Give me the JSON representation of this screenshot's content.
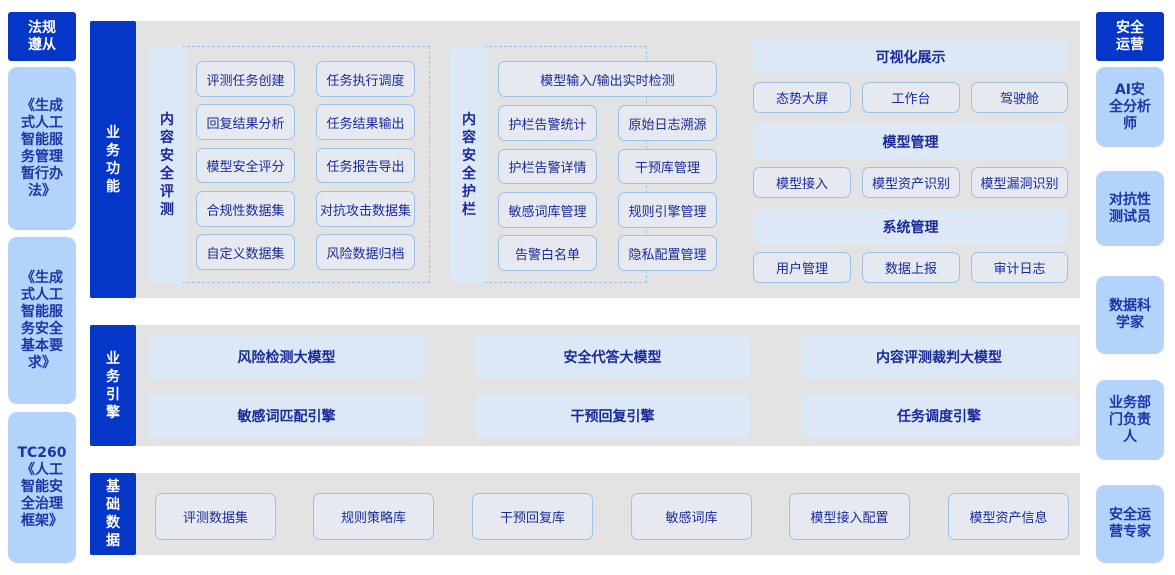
{
  "left": {
    "title": "法规遵从",
    "items": [
      "《生成式人工智能服务管理暂行办法》",
      "《生成式人工智能服务安全基本要求》",
      "TC260《人工智能安全治理框架》"
    ]
  },
  "right": {
    "title": "安全运营",
    "items": [
      "AI安全分析师",
      "对抗性测试员",
      "数据科学家",
      "业务部门负责人",
      "安全运营专家"
    ]
  },
  "business": {
    "label": "业务功能",
    "eval": {
      "label": "内容安全评测",
      "items": [
        "评测任务创建",
        "任务执行调度",
        "回复结果分析",
        "任务结果输出",
        "模型安全评分",
        "任务报告导出",
        "合规性数据集",
        "对抗攻击数据集",
        "自定义数据集",
        "风险数据归档"
      ]
    },
    "guard": {
      "label": "内容安全护栏",
      "top": "模型输入/输出实时检测",
      "items": [
        "护栏告警统计",
        "原始日志溯源",
        "护栏告警详情",
        "干预库管理",
        "敏感词库管理",
        "规则引擎管理",
        "告警白名单",
        "隐私配置管理"
      ]
    },
    "viz": {
      "title": "可视化展示",
      "items": [
        "态势大屏",
        "工作台",
        "驾驶舱"
      ]
    },
    "model": {
      "title": "模型管理",
      "items": [
        "模型接入",
        "模型资产识别",
        "模型漏洞识别"
      ]
    },
    "sys": {
      "title": "系统管理",
      "items": [
        "用户管理",
        "数据上报",
        "审计日志"
      ]
    }
  },
  "engine": {
    "label": "业务引擎",
    "items": [
      "风险检测大模型",
      "安全代答大模型",
      "内容评测裁判大模型",
      "敏感词匹配引擎",
      "干预回复引擎",
      "任务调度引擎"
    ]
  },
  "base": {
    "label": "基础数据",
    "items": [
      "评测数据集",
      "规则策略库",
      "干预回复库",
      "敏感词库",
      "模型接入配置",
      "模型资产信息"
    ]
  }
}
